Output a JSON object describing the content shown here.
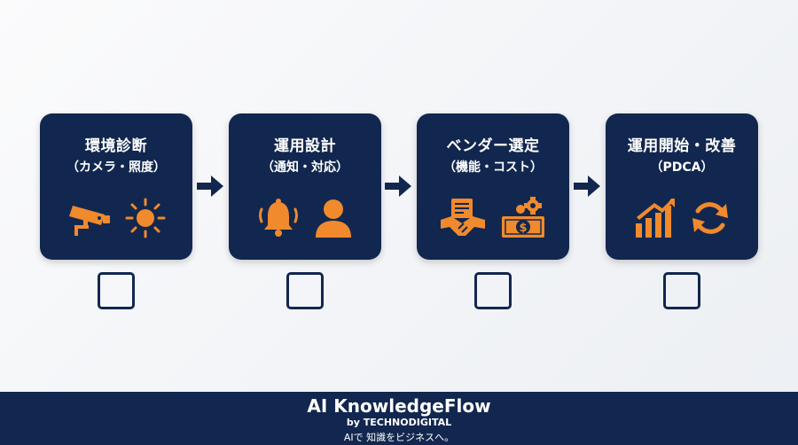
{
  "steps": [
    {
      "title": "環境診断",
      "subtitle": "（カメラ・照度）",
      "icons": [
        "security-camera-icon",
        "sun-icon"
      ],
      "checked": false
    },
    {
      "title": "運用設計",
      "subtitle": "（通知・対応）",
      "icons": [
        "bell-icon",
        "person-icon"
      ],
      "checked": false
    },
    {
      "title": "ベンダー選定",
      "subtitle": "（機能・コスト）",
      "icons": [
        "handshake-document-icon",
        "money-gear-icon"
      ],
      "checked": false
    },
    {
      "title": "運用開始・改善",
      "subtitle": "（PDCA）",
      "icons": [
        "growth-chart-icon",
        "refresh-cycle-icon"
      ],
      "checked": false
    }
  ],
  "colors": {
    "card": "#12274f",
    "icon": "#f08a2c",
    "arrow": "#12274f",
    "text": "#ffffff"
  },
  "footer": {
    "title": "AI KnowledgeFlow",
    "by": "by TECHNODIGITAL",
    "tagline": "AIで 知識をビジネスへ。"
  }
}
